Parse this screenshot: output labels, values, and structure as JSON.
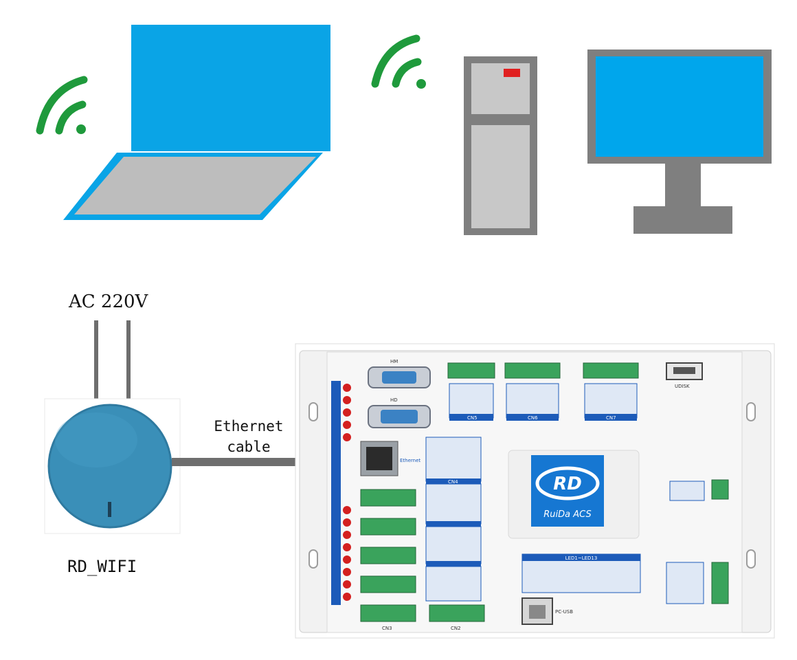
{
  "power": {
    "label": "AC 220V"
  },
  "cable": {
    "line1": "Ethernet",
    "line2": "cable"
  },
  "wifi_device": {
    "label": "RD_WIFI"
  },
  "controller": {
    "logo_text": "RD",
    "brand": "RuiDa ACS",
    "ports": {
      "cn5": "CN5",
      "cn6": "CN6",
      "cn7": "CN7",
      "cn4": "CN4",
      "cn3": "CN3",
      "cn2": "CN2",
      "ethernet": "Ethernet",
      "pc_usb": "PC-USB",
      "udisk": "UDISK",
      "hm": "HM",
      "hd": "HD",
      "leds": "LED1~LED13"
    }
  },
  "colors": {
    "laptop_screen": "#0aa4e6",
    "laptop_base": "#bdbdbd",
    "wifi_green": "#1f9a3c",
    "pc_gray": "#7f7f7f",
    "pc_panel": "#c8c8c8",
    "pc_led": "#e02020",
    "monitor_screen": "#00a6ec",
    "router_blue": "#3a8fb8",
    "board_white": "#f2f2f2",
    "board_blue": "#1c5bb9",
    "terminal_green": "#3aa35c",
    "led_red": "#d42020"
  }
}
